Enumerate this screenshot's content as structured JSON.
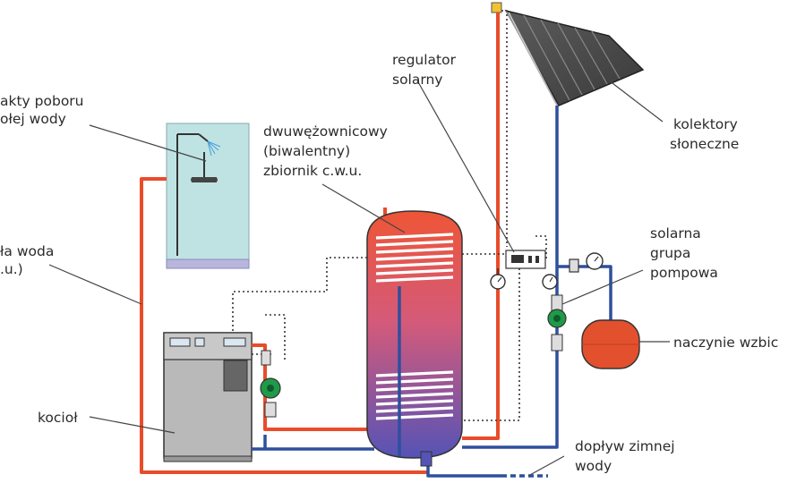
{
  "labels": {
    "tap_points": [
      "akty poboru",
      "ołej wody"
    ],
    "hot_water": [
      "ła woda",
      ".u.)"
    ],
    "tank": [
      "dwuwężownicowy",
      "(biwalentny)",
      "zbiornik c.w.u."
    ],
    "regulator": [
      "regulator",
      "solarny"
    ],
    "collectors": [
      "kolektory",
      "słoneczne"
    ],
    "pump_group": [
      "solarna",
      "grupa",
      "pompowa"
    ],
    "expansion_vessel": [
      "naczynie wzbic"
    ],
    "boiler": [
      "kocioł"
    ],
    "cold_water": [
      "dopływ zimnej",
      "wody"
    ]
  },
  "colors": {
    "hot_pipe": "#e84c2b",
    "cold_pipe": "#2e4f9e",
    "tank_top": "#ec5a3a",
    "tank_bottom": "#5b57b4",
    "shower_cabin": "#bfe3e3",
    "boiler_body": "#b9b9b9",
    "collector_panel": "#4a4a4a",
    "pump": "#1f9a4a",
    "expansion_vessel": "#e2502e"
  }
}
